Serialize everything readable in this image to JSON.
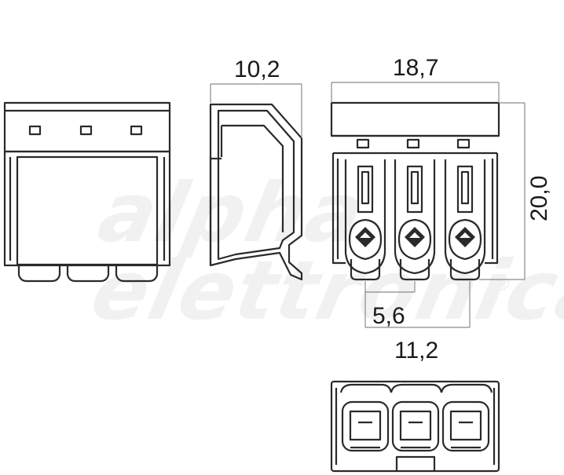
{
  "dimensions": {
    "depth": "10,2",
    "width": "18,7",
    "height": "20,0",
    "pitch": "5,6",
    "bottom_width": "11,2"
  },
  "watermark": {
    "line1": "alpha",
    "line2": "elettronica",
    "registered": "®"
  },
  "colors": {
    "stroke": "#2a2a2a",
    "dim_line": "#8a8a8a",
    "watermark": "#f1f1f1"
  }
}
